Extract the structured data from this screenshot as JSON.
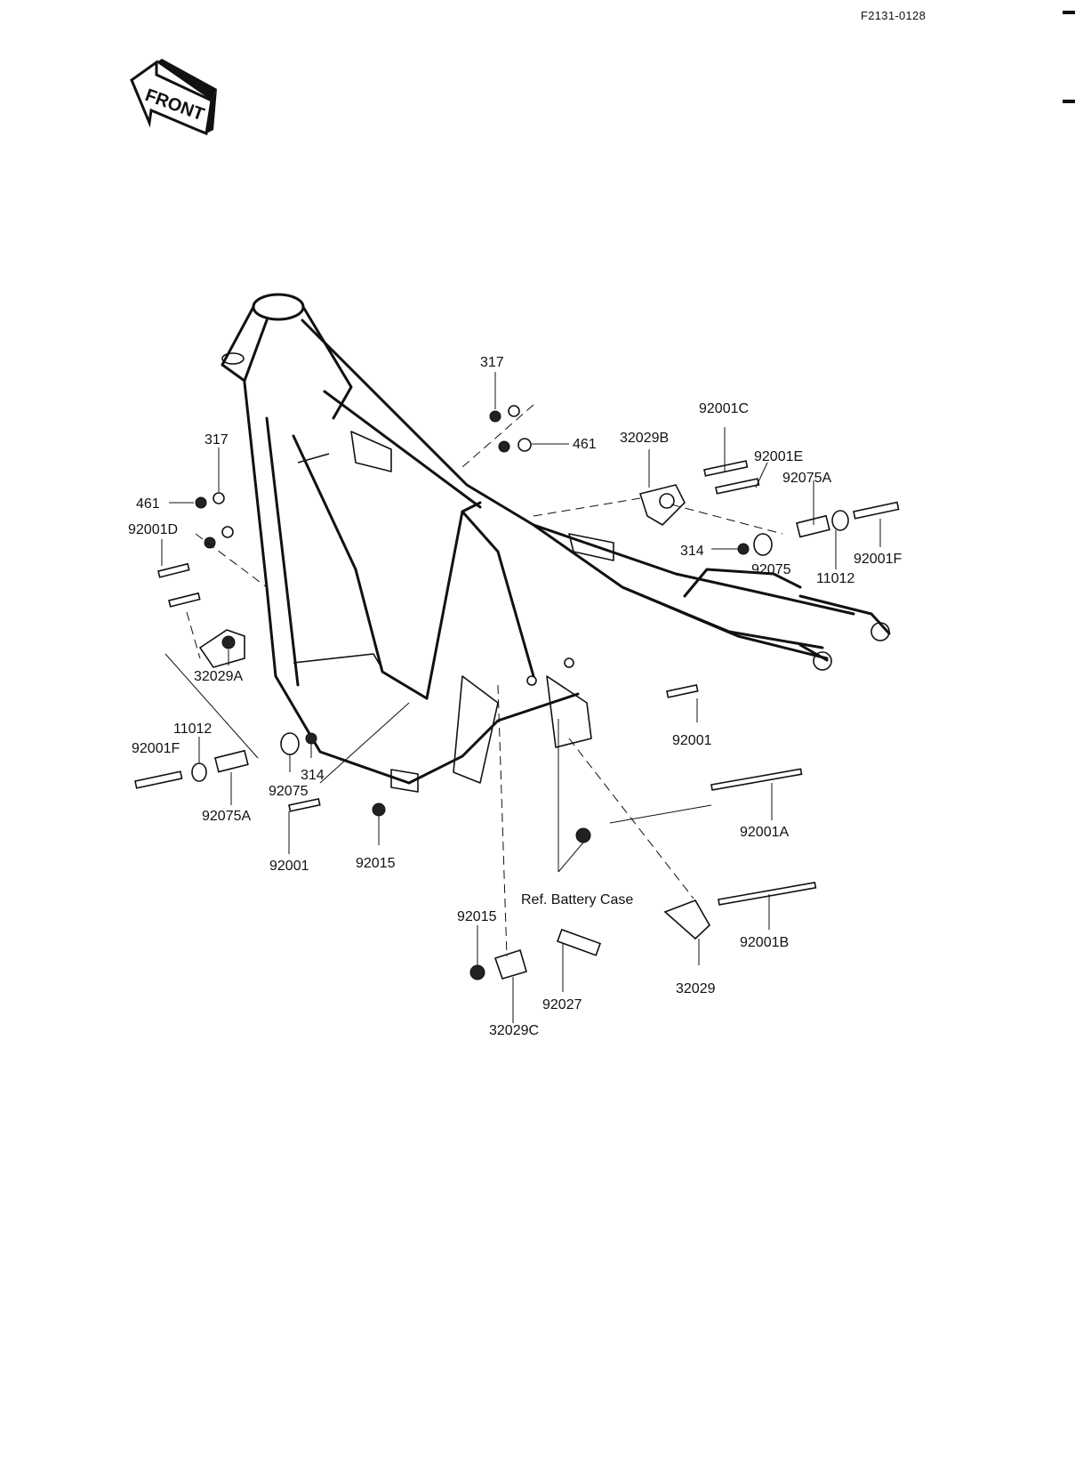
{
  "doc_number": "F2131-0128",
  "front_arrow": {
    "text": "FRONT",
    "icon": "front-arrow-icon"
  },
  "callouts": {
    "c317_top": "317",
    "c461_top": "461",
    "c32029B": "32029B",
    "c92001C": "92001C",
    "c92001E": "92001E",
    "c92075A_r": "92075A",
    "c92001F_r": "92001F",
    "c11012_r": "11012",
    "c314_r": "314",
    "c92075_r": "92075",
    "c317_left": "317",
    "c461_left": "461",
    "c92001D": "92001D",
    "c32029A": "32029A",
    "c11012_l": "11012",
    "c92001F_l": "92001F",
    "c92075A_l": "92075A",
    "c92075_l": "92075",
    "c314_l": "314",
    "c92001_l": "92001",
    "c92015_c": "92015",
    "c92001_r": "92001",
    "c92001A": "92001A",
    "c92001B": "92001B",
    "c32029": "32029",
    "ref_battery": "Ref. Battery Case",
    "c92015_b": "92015",
    "c92027": "92027",
    "c32029C": "32029C"
  }
}
